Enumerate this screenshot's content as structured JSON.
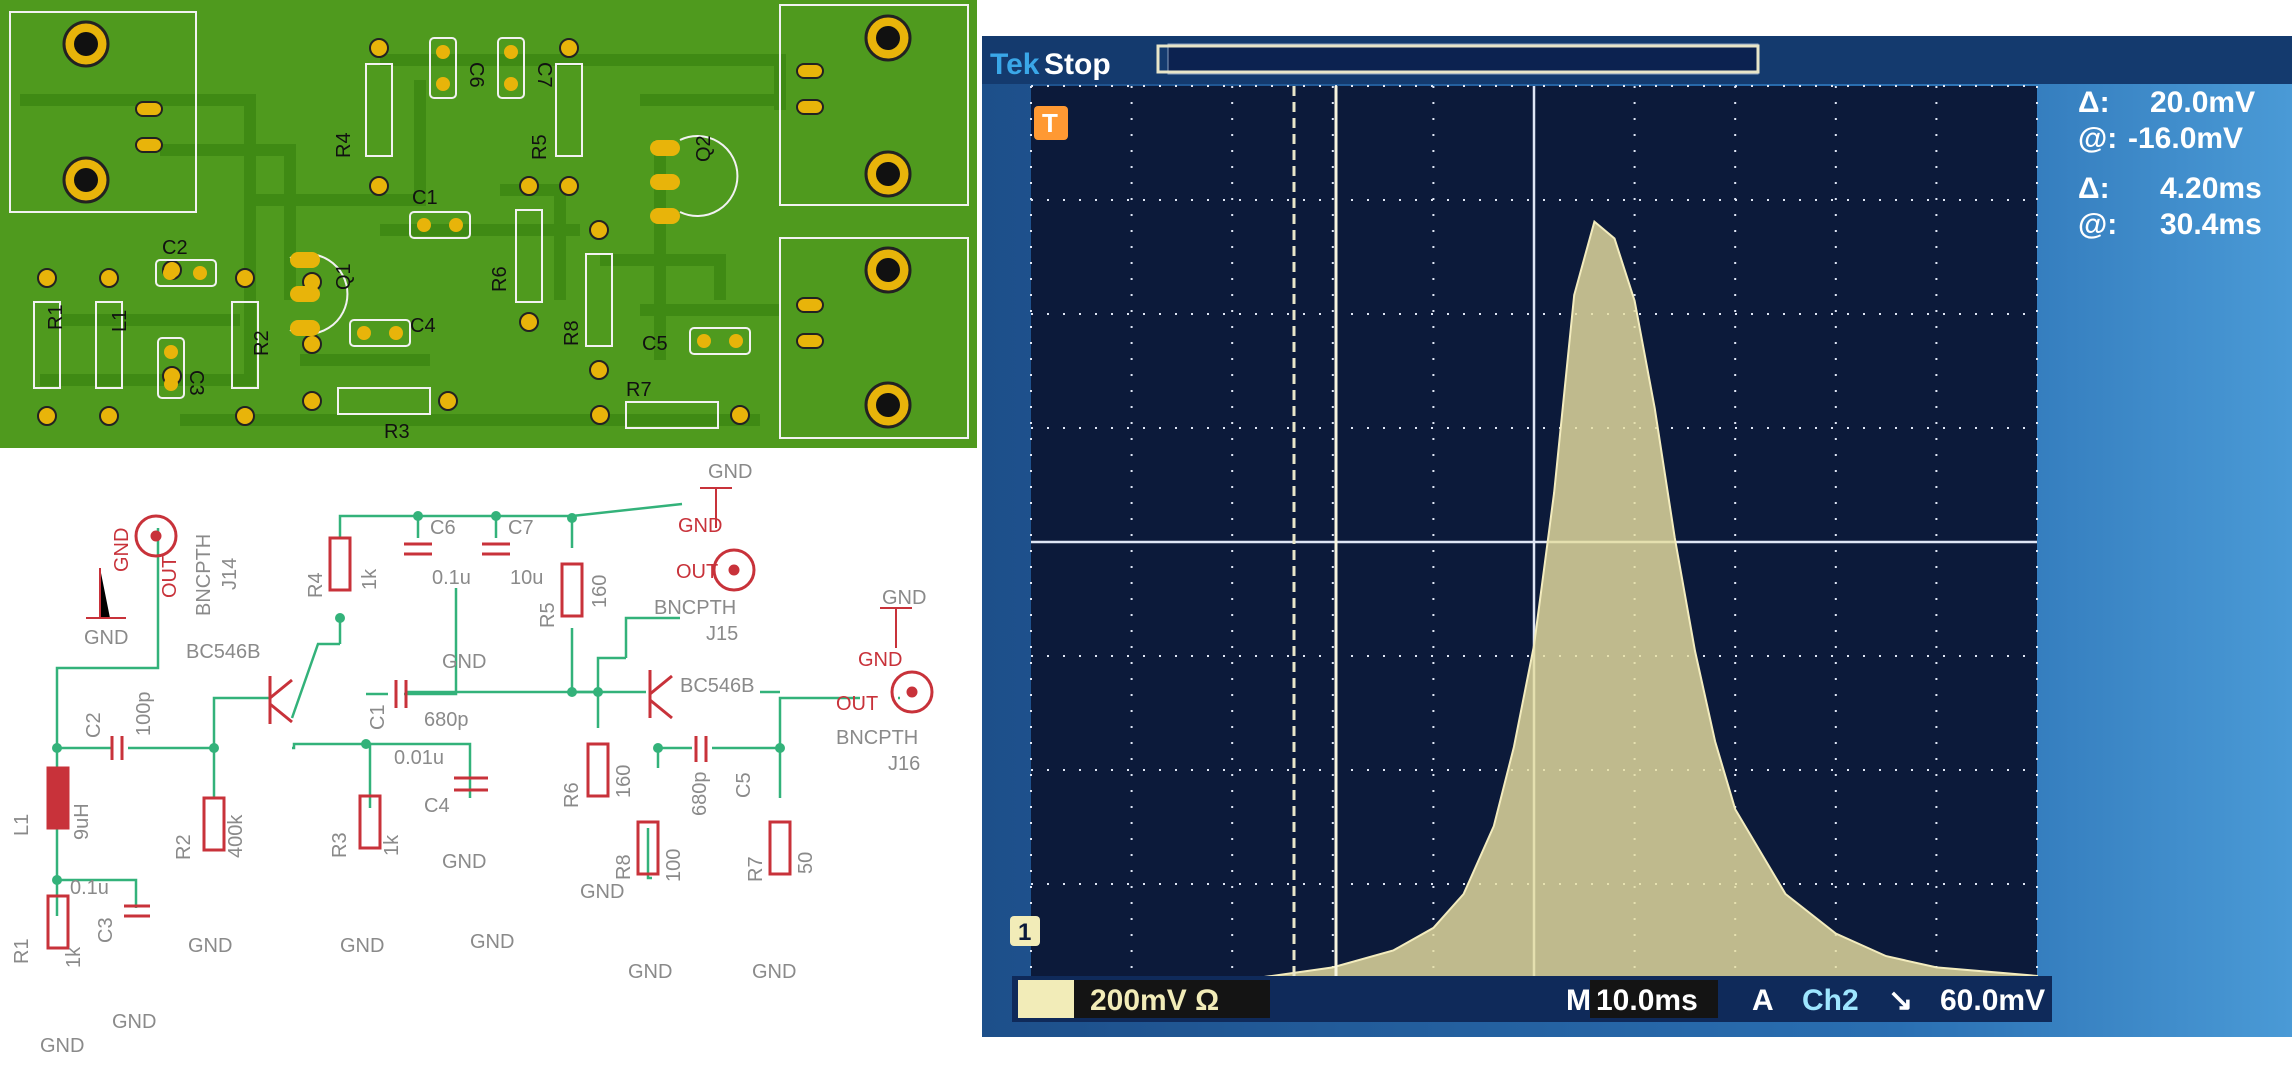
{
  "colors": {
    "pcb_board": "#4f9a1e",
    "pcb_copper": "#3f8a14",
    "pad": "#e8b40a",
    "silk": "#f2f2f2",
    "schematic_red": "#c8323a",
    "wire": "#33b27a",
    "scope_bg": "#0c1a3a",
    "trace": "#e6dea0",
    "readout": "#ffffff"
  },
  "pcb": {
    "labels": {
      "r1": "R1",
      "r2": "R2",
      "r3": "R3",
      "r4": "R4",
      "r5": "R5",
      "r6": "R6",
      "r7": "R7",
      "r8": "R8",
      "l1": "L1",
      "c1": "C1",
      "c2": "C2",
      "c3": "C3",
      "c4": "C4",
      "c5": "C5",
      "c6": "C6",
      "c7": "C7",
      "q1": "Q1",
      "q2": "Q2"
    }
  },
  "schematic": {
    "parts": {
      "l1": "L1",
      "l1_val": "9uH",
      "r1": "R1",
      "r1_val": "1k",
      "c3": "C3",
      "c3_val": "0.1u",
      "c2": "C2",
      "c2_val": "100p",
      "r2": "R2",
      "r2_val": "400k",
      "q1": "BC546B",
      "r4": "R4",
      "r4_val": "1k",
      "r3": "R3",
      "r3_val": "1k",
      "c1": "C1",
      "c1_val": "680p",
      "c4": "C4",
      "c4_val": "0.01u",
      "c6": "C6",
      "c6_val": "0.1u",
      "c7": "C7",
      "c7_val": "10u",
      "r5": "R5",
      "r5_val": "160",
      "q2": "BC546B",
      "r6": "R6",
      "r6_val": "160",
      "r8": "R8",
      "r8_val": "100",
      "c5": "C5",
      "c5_val": "680p",
      "r7": "R7",
      "r7_val": "50"
    },
    "connectors": [
      {
        "name": "BNCPTH",
        "ref": "J14",
        "out": "OUT",
        "gnd": "GND"
      },
      {
        "name": "BNCPTH",
        "ref": "J15",
        "out": "OUT",
        "gnd": "GND"
      },
      {
        "name": "BNCPTH",
        "ref": "J16",
        "out": "OUT",
        "gnd": "GND"
      }
    ],
    "gnd": "GND"
  },
  "scope": {
    "brand": "Tek",
    "status": "Stop",
    "trigger_marker": "T",
    "channel_marker": "1",
    "delta_v_label": "Δ:",
    "delta_v": "20.0mV",
    "cursor_v_label": "@:",
    "cursor_v": "-16.0mV",
    "delta_t_label": "Δ:",
    "delta_t": "4.20ms",
    "cursor_t_label": "@:",
    "cursor_t": "30.4ms",
    "ch1_scale": "200mV Ω",
    "timebase_prefix": "M",
    "timebase": "10.0ms",
    "trigger_mode": "A",
    "trigger_source": "Ch2",
    "trigger_slope": "↘",
    "trigger_level": "60.0mV"
  },
  "chart_data": {
    "type": "area",
    "title": "",
    "xlabel": "",
    "ylabel": "",
    "x_units": "ms",
    "y_units": "mV",
    "x_per_div": 10.0,
    "y_per_div": 200,
    "divisions_x": 10,
    "divisions_y": 8,
    "grid": true,
    "series": [
      {
        "x": [
          0,
          10,
          20,
          30,
          36,
          40,
          43,
          46,
          48,
          50,
          52,
          54,
          56,
          58,
          60,
          62,
          64,
          66,
          68,
          70,
          75,
          80,
          85,
          90,
          100
        ],
        "y": [
          0,
          5,
          15,
          40,
          70,
          110,
          170,
          290,
          430,
          610,
          880,
          1230,
          1360,
          1330,
          1220,
          1030,
          800,
          600,
          440,
          320,
          170,
          100,
          60,
          40,
          25
        ]
      }
    ]
  }
}
